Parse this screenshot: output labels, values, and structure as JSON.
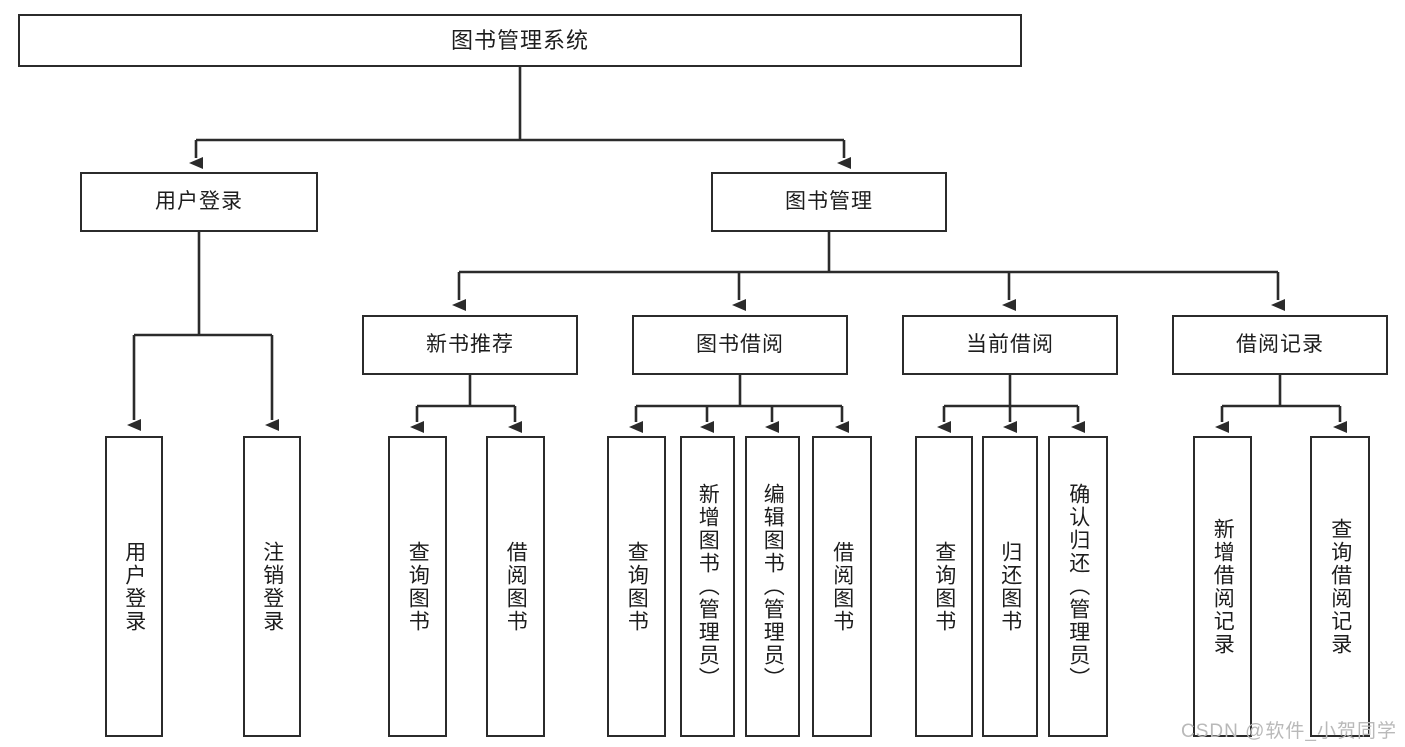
{
  "diagram": {
    "title": "图书管理系统",
    "root": {
      "label": "图书管理系统"
    },
    "level2": [
      {
        "label": "用户登录"
      },
      {
        "label": "图书管理"
      }
    ],
    "level3": [
      {
        "label": "新书推荐"
      },
      {
        "label": "图书借阅"
      },
      {
        "label": "当前借阅"
      },
      {
        "label": "借阅记录"
      }
    ],
    "leaves": [
      {
        "label": "用户登录"
      },
      {
        "label": "注销登录"
      },
      {
        "label": "查询图书"
      },
      {
        "label": "借阅图书"
      },
      {
        "label": "查询图书"
      },
      {
        "label": "新增图书（管理员）"
      },
      {
        "label": "编辑图书（管理员）"
      },
      {
        "label": "借阅图书"
      },
      {
        "label": "查询图书"
      },
      {
        "label": "归还图书"
      },
      {
        "label": "确认归还（管理员）"
      },
      {
        "label": "新增借阅记录"
      },
      {
        "label": "查询借阅记录"
      }
    ],
    "watermark": "CSDN @软件_小贺同学",
    "colors": {
      "stroke": "#2b2b2b",
      "fill": "#ffffff",
      "text": "#1d1d1d",
      "watermark": "#b9b9b9"
    }
  }
}
